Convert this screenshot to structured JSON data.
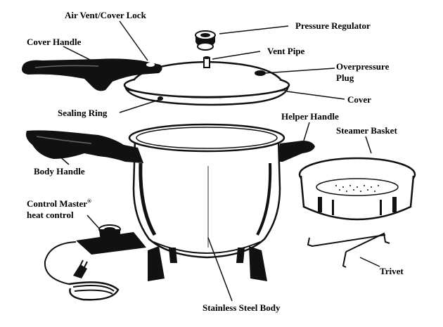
{
  "diagram": {
    "labels": {
      "air_vent_cover_lock": "Air Vent/Cover Lock",
      "cover_handle": "Cover Handle",
      "pressure_regulator": "Pressure Regulator",
      "vent_pipe": "Vent Pipe",
      "overpressure_plug_line1": "Overpressure",
      "overpressure_plug_line2": "Plug",
      "cover": "Cover",
      "sealing_ring": "Sealing Ring",
      "helper_handle": "Helper Handle",
      "steamer_basket": "Steamer Basket",
      "body_handle": "Body Handle",
      "control_master_line1": "Control Master",
      "control_master_reg": "®",
      "control_master_line2": "heat control",
      "trivet": "Trivet",
      "stainless_steel_body": "Stainless Steel Body"
    }
  }
}
